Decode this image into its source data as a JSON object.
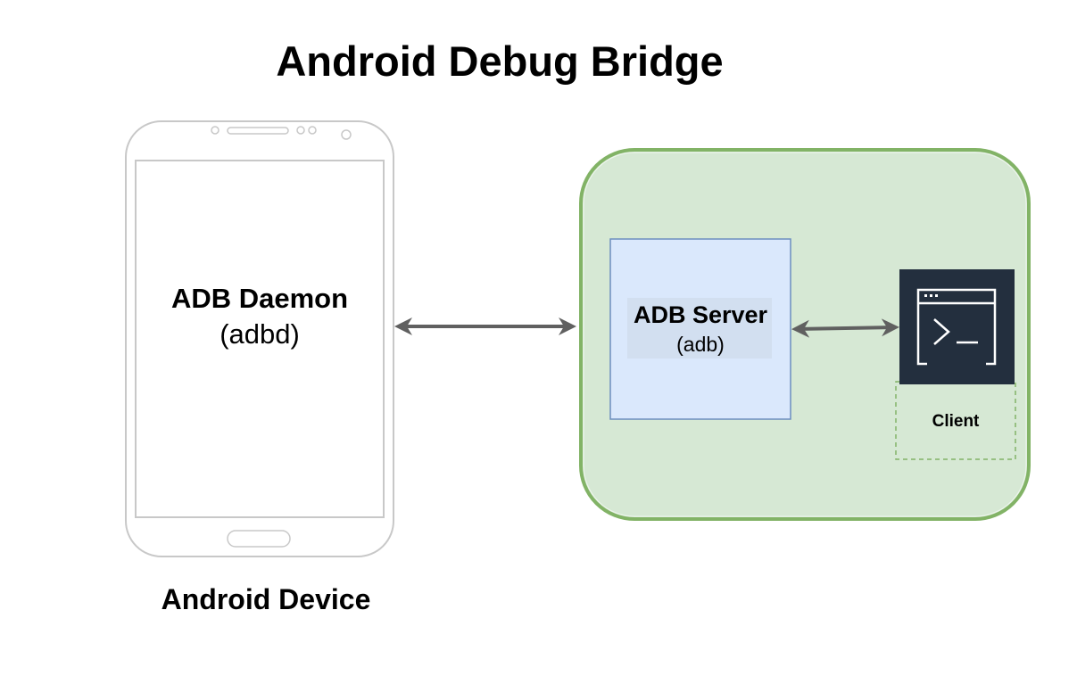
{
  "title": "Android Debug Bridge",
  "device": {
    "label": "Android Device",
    "daemon_name": "ADB Daemon",
    "daemon_process": "(adbd)"
  },
  "host": {
    "server_name": "ADB Server",
    "server_process": "(adb)",
    "client_label": "Client"
  },
  "icons": {
    "terminal": "terminal-icon"
  },
  "colors": {
    "host_fill": "#d6e8d4",
    "host_border": "#82b366",
    "server_fill": "#dae8fc",
    "server_border": "#6c8ebf",
    "terminal_bg": "#232f3e",
    "arrow": "#606060",
    "phone_outline": "#c8c8c8"
  }
}
